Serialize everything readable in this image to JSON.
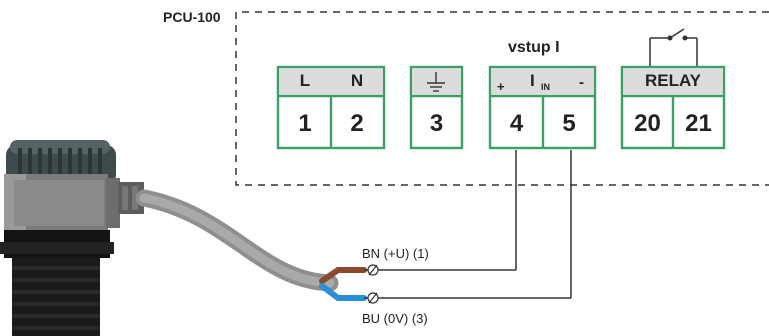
{
  "device": {
    "name": "PCU-100"
  },
  "input": {
    "label": "vstup I",
    "plus": "+",
    "minus": "-",
    "current_symbol": "I",
    "current_subscript": "IN"
  },
  "terminals": [
    {
      "header": "L",
      "number": "1"
    },
    {
      "header": "N",
      "number": "2"
    },
    {
      "header": "",
      "header_icon": "ground-icon",
      "number": "3"
    },
    {
      "header": "",
      "number": "4"
    },
    {
      "header": "",
      "number": "5"
    },
    {
      "header": "RELAY",
      "number": "20"
    },
    {
      "header": "",
      "number": "21"
    }
  ],
  "wires": [
    {
      "label": "BN (+U) (1)",
      "color": "#8b4a2b"
    },
    {
      "label": "BU (0V) (3)",
      "color": "#2a8fd6"
    }
  ],
  "colors": {
    "terminal_border": "#3aa067",
    "header_fill": "#dcdcdc",
    "cable": "#9a9a9a"
  }
}
